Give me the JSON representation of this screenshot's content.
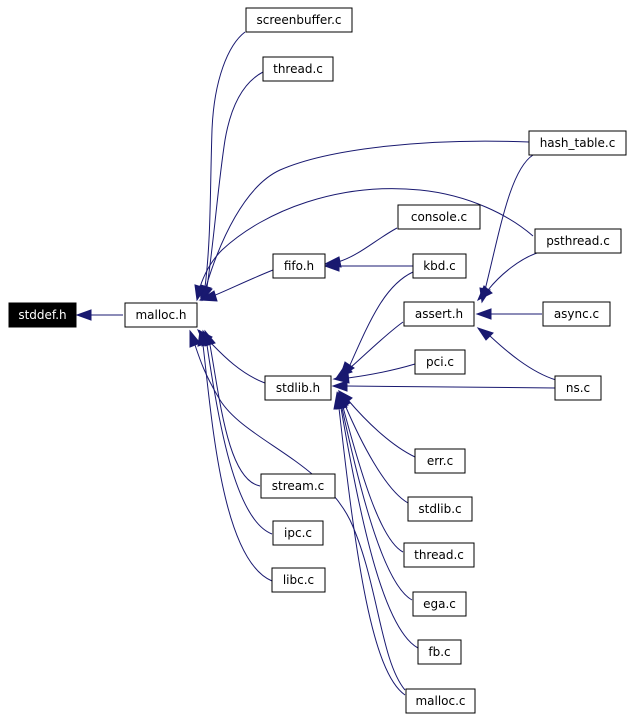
{
  "nodes": {
    "stddef": "stddef.h",
    "malloc_h": "malloc.h",
    "fifo_h": "fifo.h",
    "stdlib_h": "stdlib.h",
    "assert_h": "assert.h",
    "screenbuffer_c": "screenbuffer.c",
    "thread_c_top": "thread.c",
    "hash_table_c": "hash_table.c",
    "psthread_c": "psthread.c",
    "console_c": "console.c",
    "kbd_c": "kbd.c",
    "async_c": "async.c",
    "pci_c": "pci.c",
    "ns_c": "ns.c",
    "err_c": "err.c",
    "stdlib_c": "stdlib.c",
    "thread_c_bottom": "thread.c",
    "ega_c": "ega.c",
    "fb_c": "fb.c",
    "malloc_c": "malloc.c",
    "stream_c": "stream.c",
    "ipc_c": "ipc.c",
    "libc_c": "libc.c"
  },
  "colors": {
    "edge": "#191970",
    "root_fill": "#000000",
    "root_text": "#ffffff",
    "node_border": "#000000"
  }
}
